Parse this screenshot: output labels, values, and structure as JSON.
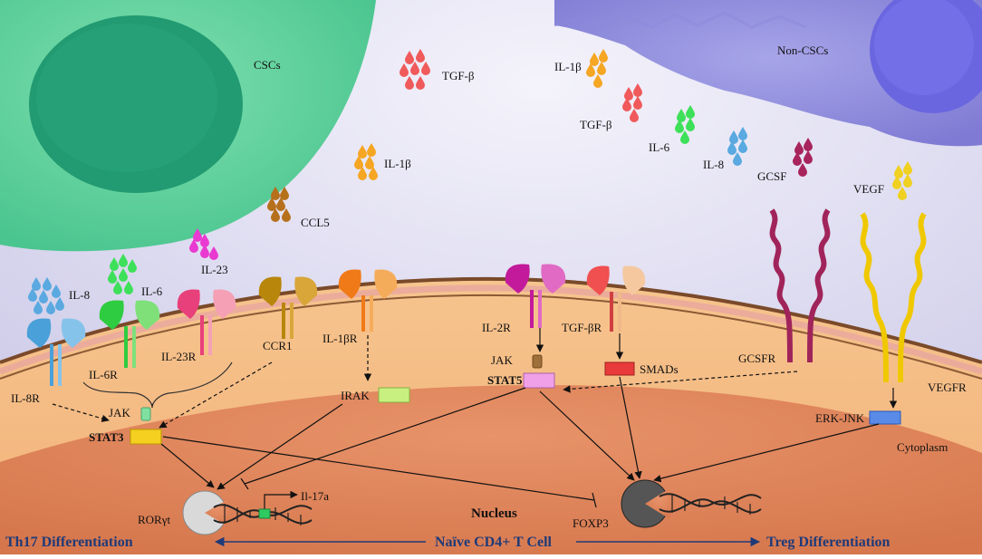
{
  "cells": {
    "cscs": "CSCs",
    "non_cscs": "Non-CSCs"
  },
  "cytokines": {
    "tgf_top": "TGF-β",
    "il1b_top": "IL-1β",
    "il1b_mid": "IL-1β",
    "ccl5": "CCL5",
    "tgf_right": "TGF-β",
    "il6_right": "IL-6",
    "il8_right": "IL-8",
    "gcsf": "GCSF",
    "vegf": "VEGF",
    "il8_left": "IL-8",
    "il6_left": "IL-6",
    "il23": "IL-23"
  },
  "receptors": {
    "il8r": "IL-8R",
    "il6r": "IL-6R",
    "il23r": "IL-23R",
    "ccr1": "CCR1",
    "il1br": "IL-1βR",
    "il2r": "IL-2R",
    "tgfbr": "TGF-βR",
    "gcsfr": "GCSFR",
    "vegfr": "VEGFR"
  },
  "signaling": {
    "jak_left": "JAK",
    "stat3": "STAT3",
    "irak": "IRAK",
    "jak_mid": "JAK",
    "stat5": "STAT5",
    "smads": "SMADs",
    "erk_jnk": "ERK-JNK"
  },
  "compartments": {
    "cytoplasm": "Cytoplasm",
    "nucleus": "Nucleus"
  },
  "nuclear": {
    "roryt": "RORγt",
    "il17a": "Il-17a",
    "foxp3": "FOXP3"
  },
  "footer": {
    "th17": "Th17 Differentiation",
    "naive": "Naïve CD4+ T Cell",
    "treg": "Treg Differentiation"
  }
}
